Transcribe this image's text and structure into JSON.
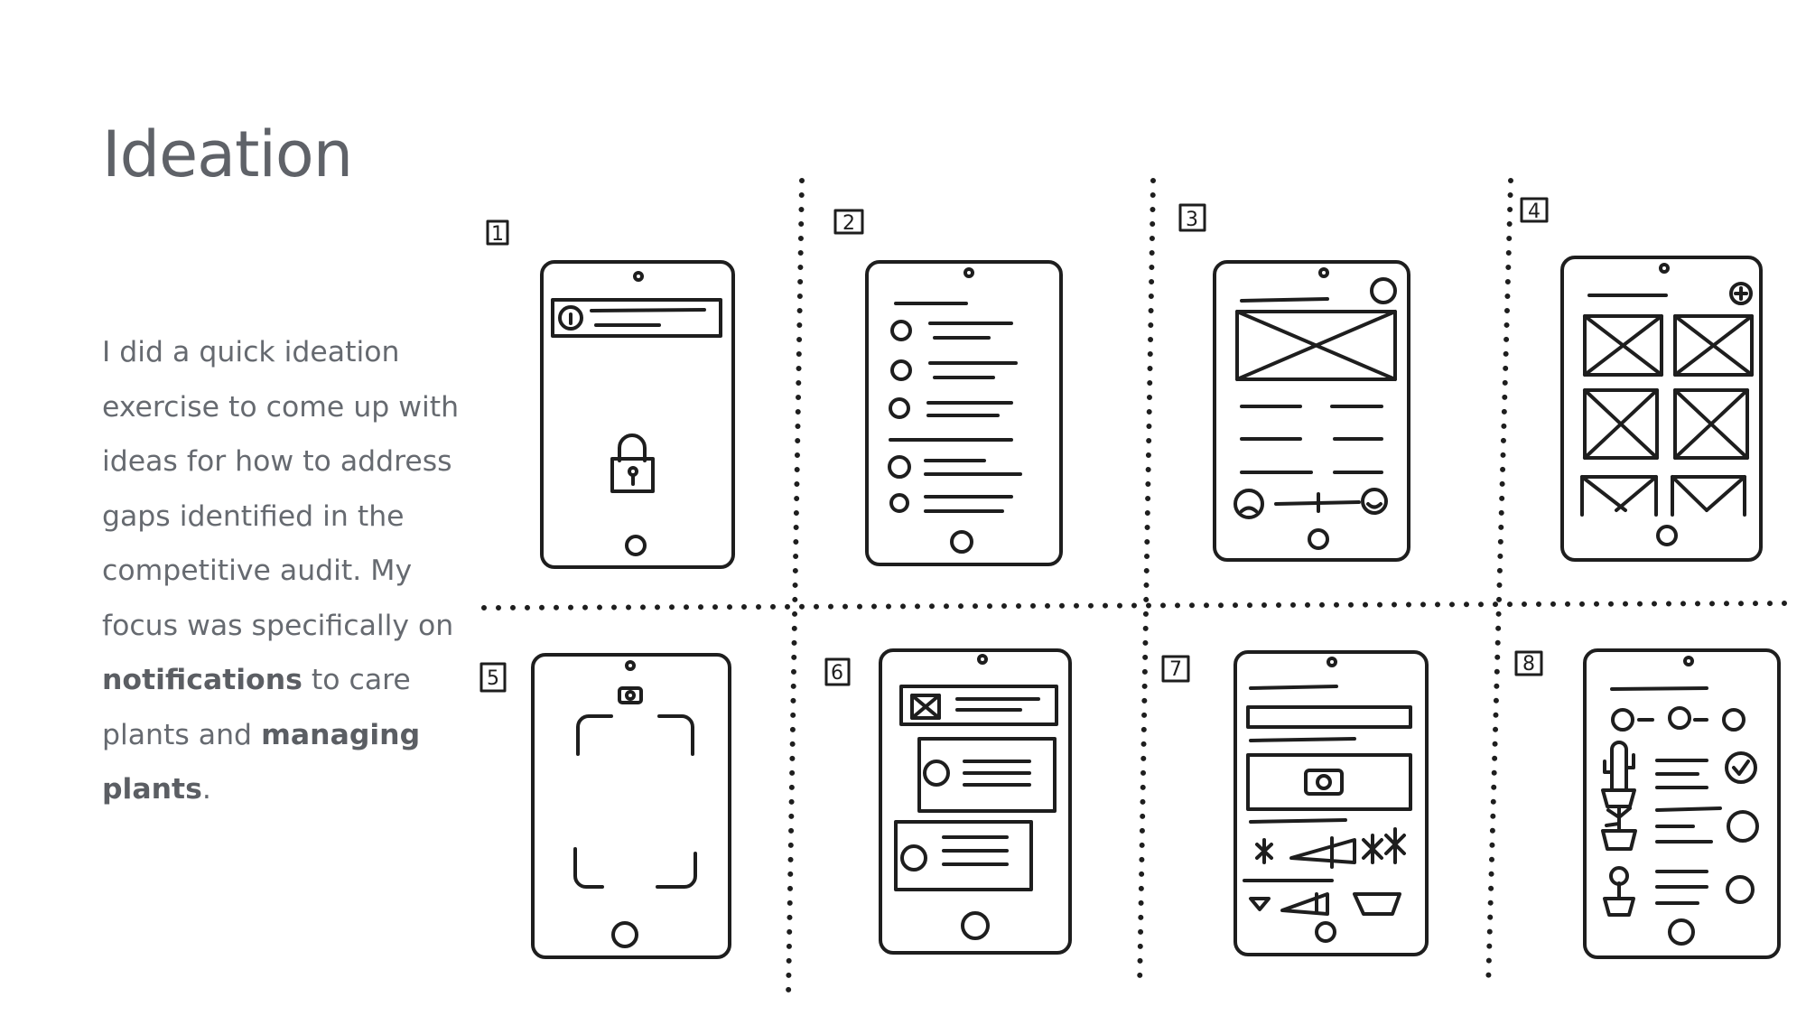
{
  "title": "Ideation",
  "description": {
    "intro": "I did a quick ideation exercise to come up with ideas for how to address gaps identified in the competitive audit. My focus was specifically on ",
    "bold1": "notifications",
    "middle": " to care plants and ",
    "bold2": "managing plants",
    "end": "."
  },
  "sketches": [
    {
      "number": "1"
    },
    {
      "number": "2"
    },
    {
      "number": "3"
    },
    {
      "number": "4"
    },
    {
      "number": "5"
    },
    {
      "number": "6"
    },
    {
      "number": "7"
    },
    {
      "number": "8"
    }
  ],
  "colors": {
    "title": "#5f6268",
    "text": "#666a70",
    "ink": "#1e1e1e"
  }
}
